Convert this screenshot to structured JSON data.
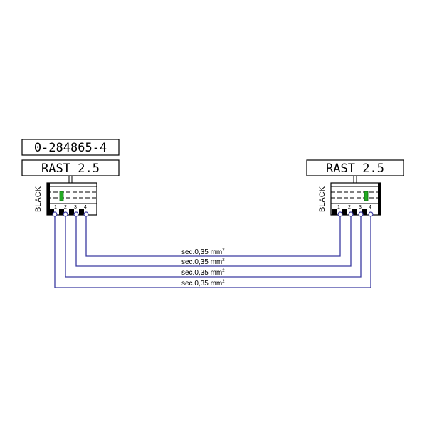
{
  "left_connector": {
    "part_number": "0-284865-4",
    "type_label": "RAST 2.5",
    "color_label": "BLACK",
    "pins": [
      "1",
      "2",
      "3",
      "4"
    ]
  },
  "right_connector": {
    "type_label": "RAST 2.5",
    "color_label": "BLACK",
    "pins": [
      "1",
      "2",
      "3",
      "4"
    ]
  },
  "wires": [
    {
      "label": "sec.0,35 mm",
      "sup": "2"
    },
    {
      "label": "sec.0,35 mm",
      "sup": "2"
    },
    {
      "label": "sec.0,35 mm",
      "sup": "2"
    },
    {
      "label": "sec.0,35 mm",
      "sup": "2"
    }
  ],
  "colors": {
    "wire": "#3a3aa0",
    "latch": "#22aa22",
    "stroke": "#000000"
  }
}
